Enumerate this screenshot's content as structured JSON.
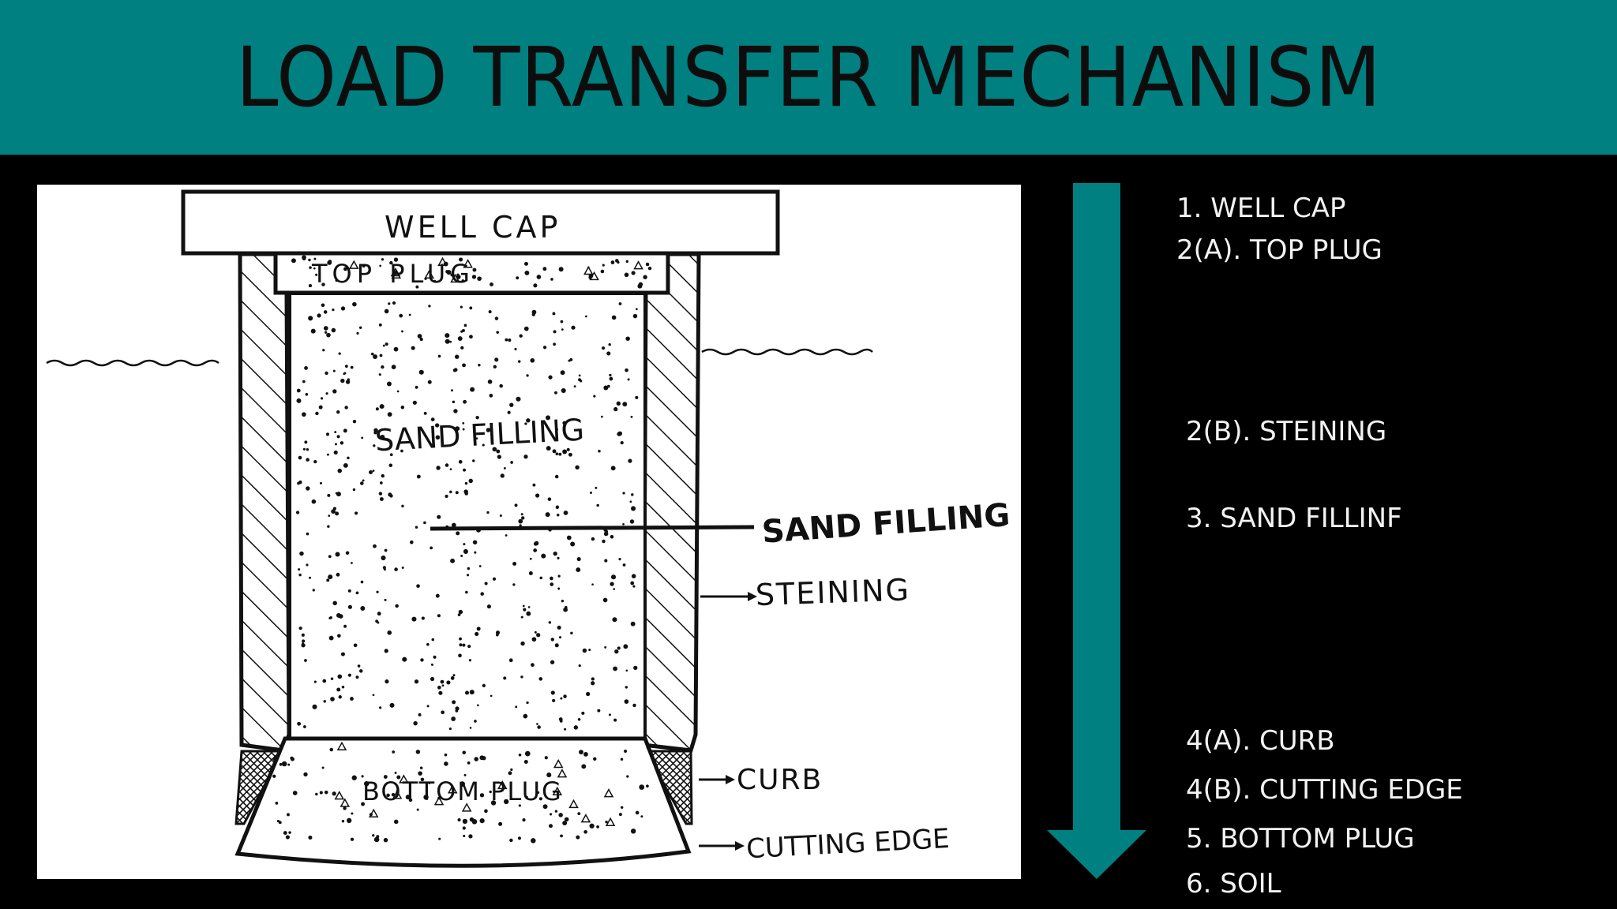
{
  "slide": {
    "title": "LOAD TRANSFER MECHANISM",
    "accent_color": "#008080",
    "background_color": "#000000"
  },
  "diagram": {
    "labels": {
      "well_cap": "WELL CAP",
      "top_plug": "TOP PLUG",
      "sand_filling_inside": "SAND FILLING",
      "sand_filling_callout": "SAND FILLING",
      "steining": "STEINING",
      "bottom_plug": "BOTTOM PLUG",
      "curb": "CURB",
      "cutting_edge": "CUTTING EDGE"
    }
  },
  "load_arrow": {
    "icon": "down-arrow-icon",
    "color": "#008080"
  },
  "legend": {
    "items": [
      "1. WELL CAP",
      "2(A). TOP PLUG",
      "2(B). STEINING",
      "3. SAND FILLINF",
      "4(A). CURB",
      "4(B). CUTTING EDGE",
      "5. BOTTOM PLUG",
      "6. SOIL"
    ]
  }
}
